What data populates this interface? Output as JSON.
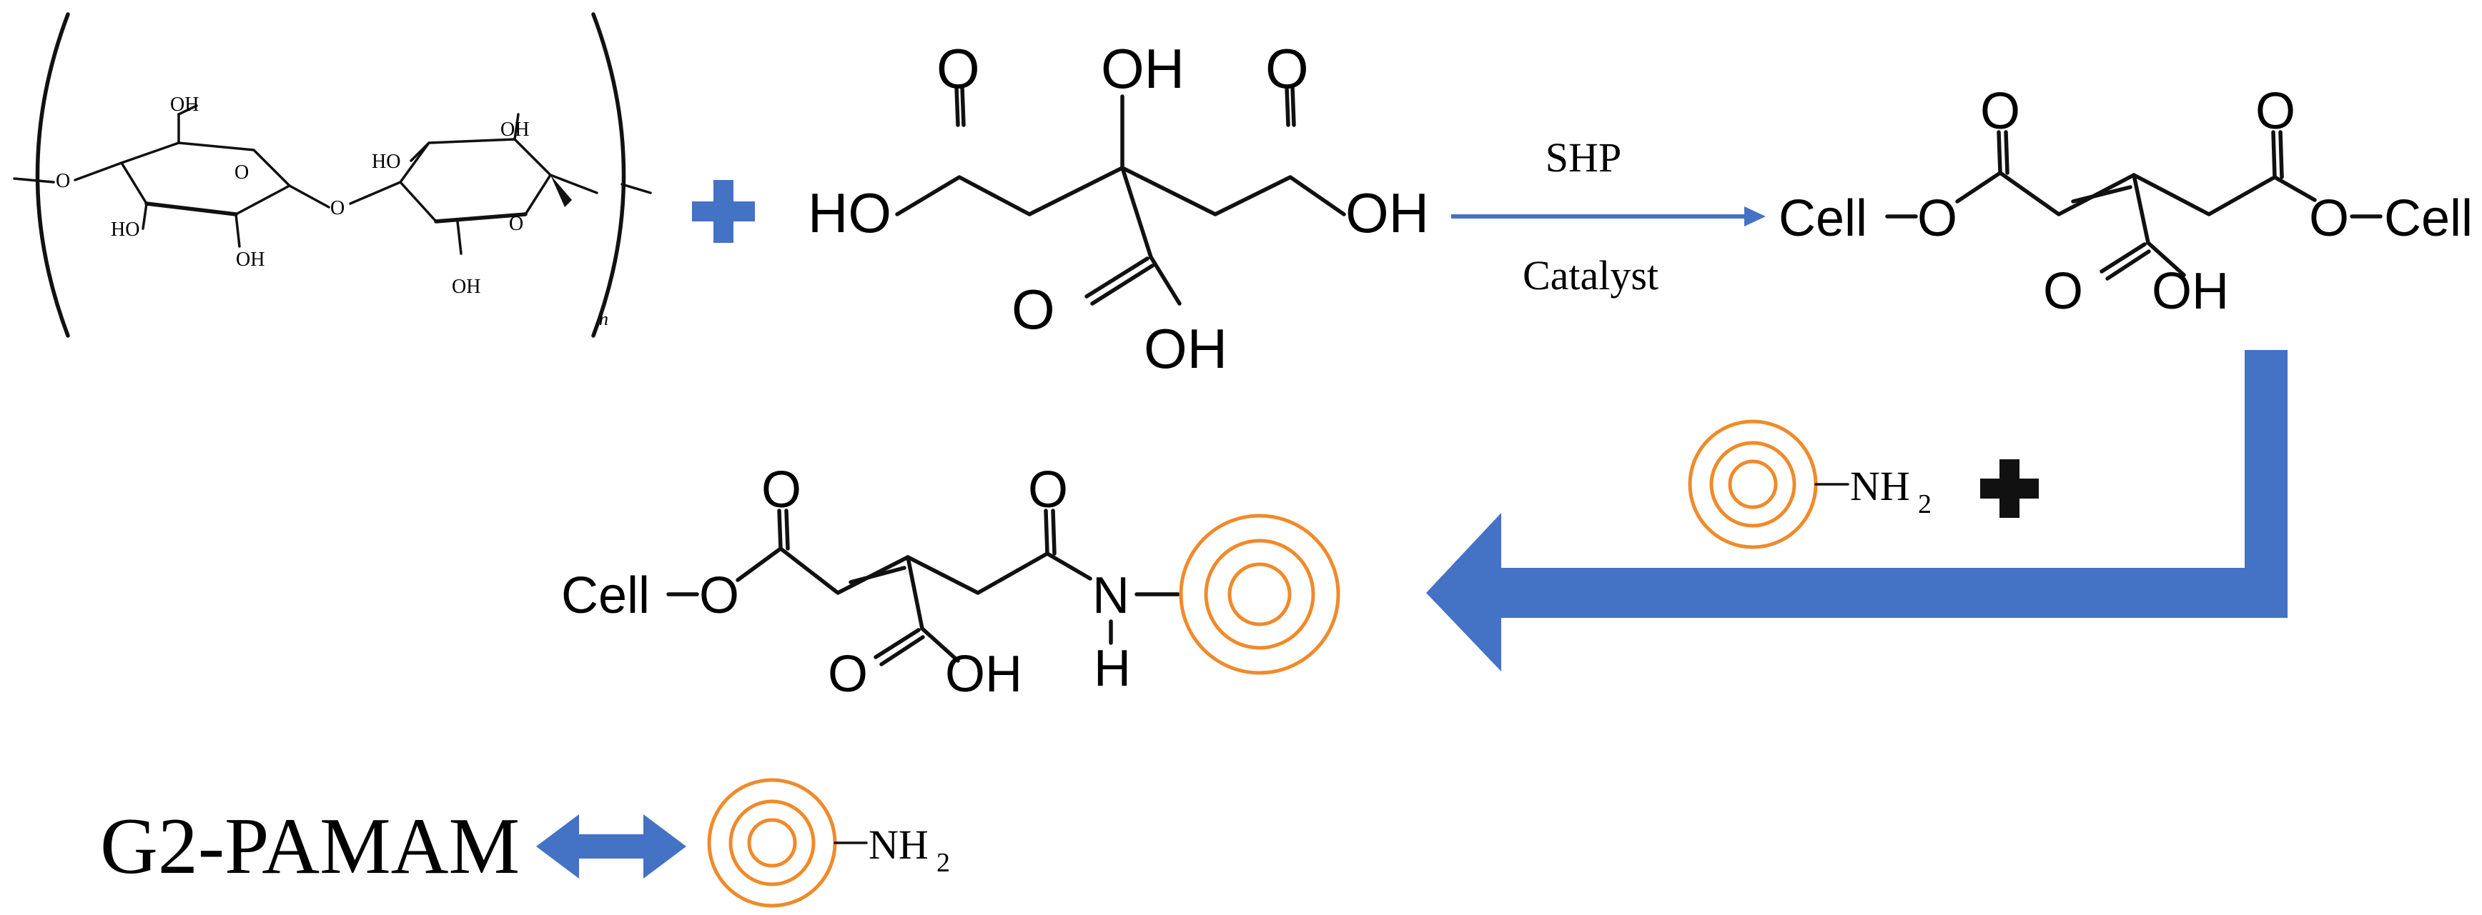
{
  "colors": {
    "accent_blue": "#4472c4",
    "dendrimer_orange": "#f08a2a",
    "ink": "#111111"
  },
  "cellulose": {
    "labels": [
      "O",
      "OH",
      "O",
      "HO",
      "OH",
      "HO",
      "OH",
      "O",
      "O",
      "OH"
    ],
    "repeat": "n"
  },
  "citric_acid": {
    "labels": [
      "O",
      "OH",
      "O",
      "HO",
      "OH",
      "O",
      "OH"
    ]
  },
  "reaction1": {
    "above": "SHP",
    "below": "Catalyst"
  },
  "product1": {
    "left": "Cell",
    "o_left": "O",
    "o_top_left": "O",
    "o_top_right": "O",
    "o_right": "O",
    "right": "Cell",
    "o_bottom": "O",
    "oh_bottom": "OH"
  },
  "reagent2": {
    "amine": "NH",
    "subscript": "2"
  },
  "product2": {
    "left": "Cell",
    "o_left": "O",
    "o_top_left": "O",
    "o_top_right": "O",
    "n_label": "N",
    "h_label": "H",
    "o_bottom": "O",
    "oh_bottom": "OH"
  },
  "legend": {
    "name": "G2-PAMAM",
    "amine": "NH",
    "subscript": "2"
  },
  "icons": [
    "plus-icon",
    "arrow-right-icon",
    "bent-arrow-icon",
    "double-arrow-icon",
    "dendrimer-icon"
  ]
}
